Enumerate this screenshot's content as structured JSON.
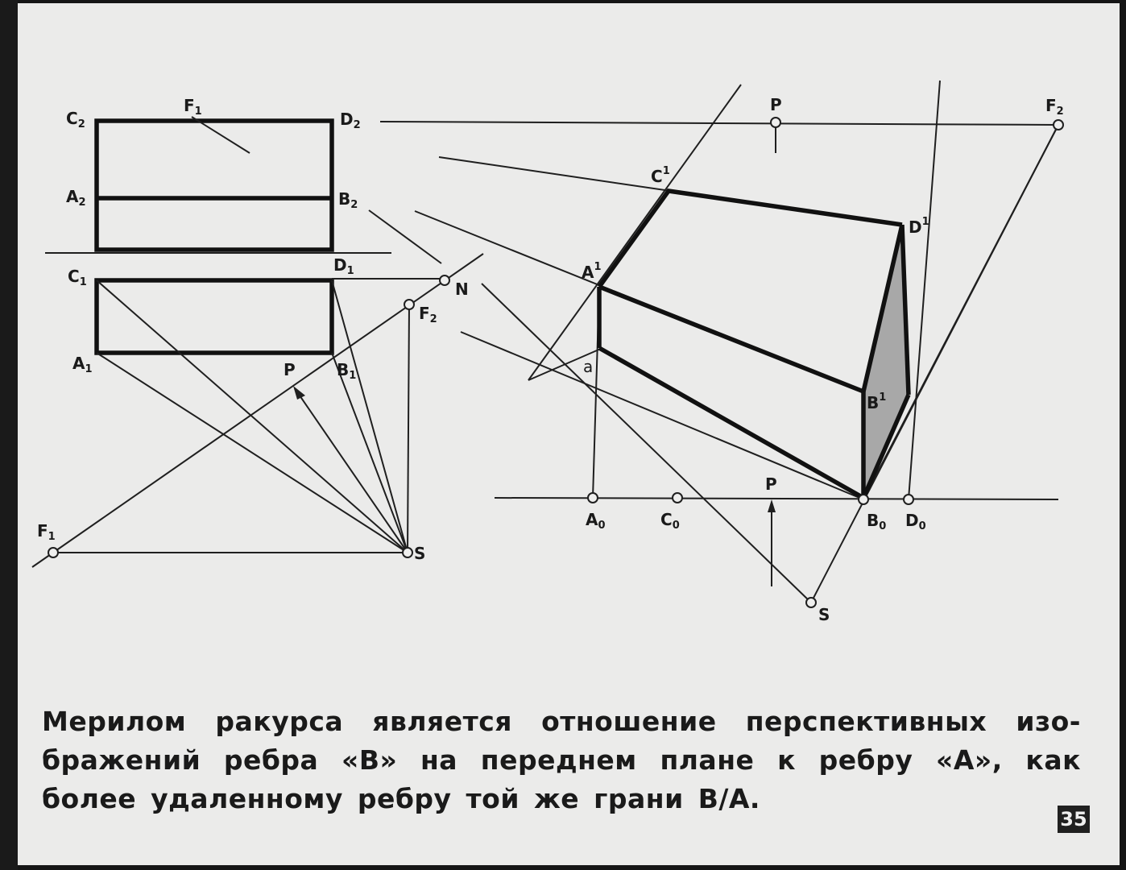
{
  "labels": {
    "C2": "C",
    "C2_sub": "2",
    "F1_top": "F",
    "F1_top_sub": "1",
    "D2": "D",
    "D2_sub": "2",
    "A2": "A",
    "A2_sub": "2",
    "B2": "B",
    "B2_sub": "2",
    "C1": "C",
    "C1_sub": "1",
    "D1": "D",
    "D1_sub": "1",
    "A1": "A",
    "A1_sub": "1",
    "B1": "B",
    "B1_sub": "1",
    "P_left": "P",
    "N": "N",
    "F2_left": "F",
    "F2_left_sub": "2",
    "F1_left": "F",
    "F1_left_sub": "1",
    "S_left": "S",
    "P_top": "P",
    "F2_right": "F",
    "F2_right_sub": "2",
    "C_prime": "C",
    "C_prime_sup": "1",
    "D_prime": "D",
    "D_prime_sup": "1",
    "A_prime": "A",
    "A_prime_sup": "1",
    "a_small": "a",
    "B_prime": "B",
    "B_prime_sup": "1",
    "P_right": "P",
    "A0": "A",
    "A0_sub": "0",
    "C0": "C",
    "C0_sub": "0",
    "B0": "B",
    "B0_sub": "0",
    "D0": "D",
    "D0_sub": "0",
    "S_right": "S"
  },
  "caption": "Мерилом ракурса является отношение перспективных изо-бражений ребра «В» на переднем плане к ребру «А», как более удаленному ребру той же грани В/А.",
  "page_number": "35"
}
